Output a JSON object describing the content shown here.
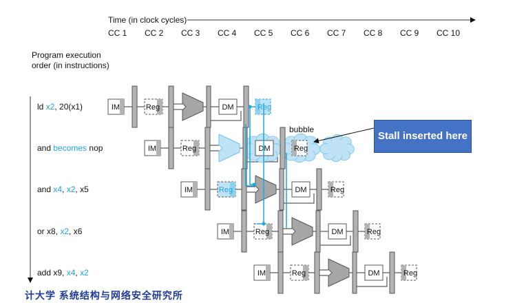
{
  "time_axis": {
    "title": "Time (in clock cycles)",
    "cycles": [
      "CC 1",
      "CC 2",
      "CC 3",
      "CC 4",
      "CC 5",
      "CC 6",
      "CC 7",
      "CC 8",
      "CC 9",
      "CC 10"
    ]
  },
  "order_label": "Program execution order (in instructions)",
  "instructions": [
    {
      "parts": [
        {
          "text": "ld ",
          "color": "black"
        },
        {
          "text": "x2",
          "color": "blue"
        },
        {
          "text": ", 20(x1)",
          "color": "black"
        }
      ]
    },
    {
      "parts": [
        {
          "text": "and ",
          "color": "black"
        },
        {
          "text": "becomes",
          "color": "blue"
        },
        {
          "text": " nop",
          "color": "black"
        }
      ]
    },
    {
      "parts": [
        {
          "text": "and ",
          "color": "black"
        },
        {
          "text": "x4",
          "color": "blue"
        },
        {
          "text": ", ",
          "color": "black"
        },
        {
          "text": "x2",
          "color": "blue"
        },
        {
          "text": ", x5",
          "color": "black"
        }
      ]
    },
    {
      "parts": [
        {
          "text": "or x8, ",
          "color": "black"
        },
        {
          "text": "x2",
          "color": "blue"
        },
        {
          "text": ", x6",
          "color": "black"
        }
      ]
    },
    {
      "parts": [
        {
          "text": "add x9, ",
          "color": "black"
        },
        {
          "text": "x4",
          "color": "blue"
        },
        {
          "text": ", ",
          "color": "black"
        },
        {
          "text": "x2",
          "color": "blue"
        }
      ]
    }
  ],
  "stage_labels": {
    "im": "IM",
    "reg": "Reg",
    "dm": "DM"
  },
  "bubble_label": "bubble",
  "stall_callout": "Stall inserted here",
  "footer": "计大学 系统结构与网络安全研究所",
  "colors": {
    "accent": "#1aa6e0",
    "callout": "#4472c4",
    "bubble": "#bfe3f5",
    "stage_fill": "#b3b3b3"
  }
}
